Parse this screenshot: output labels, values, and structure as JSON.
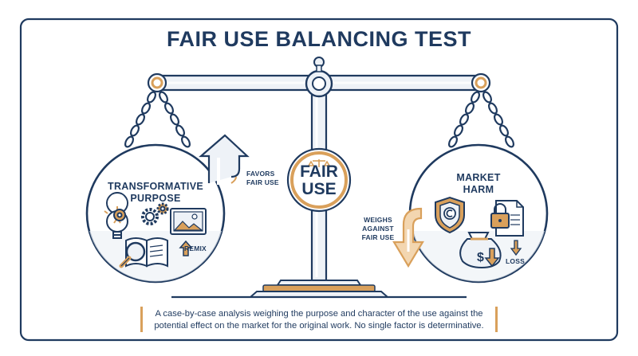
{
  "title": "FAIR USE BALANCING TEST",
  "left_pan": {
    "label_line1": "TRANSFORMATIVE",
    "label_line2": "PURPOSE",
    "remix_label": "REMIX"
  },
  "left_arrow": {
    "line1": "FAVORS",
    "line2": "FAIR USE"
  },
  "center_badge": {
    "line1": "FAIR",
    "line2": "USE"
  },
  "right_pan": {
    "label_line1": "MARKET",
    "label_line2": "HARM",
    "loss_label": "LOSS"
  },
  "right_arrow": {
    "line1": "WEIGHS",
    "line2": "AGAINST",
    "line3": "FAIR USE"
  },
  "caption": {
    "line1": "A case-by-case analysis weighing the purpose and character of the use against the",
    "line2": "potential effect on the market for the original work. No single factor is determinative."
  },
  "colors": {
    "navy": "#1f3a5f",
    "gold": "#d9a05b",
    "light": "#eef2f7"
  }
}
